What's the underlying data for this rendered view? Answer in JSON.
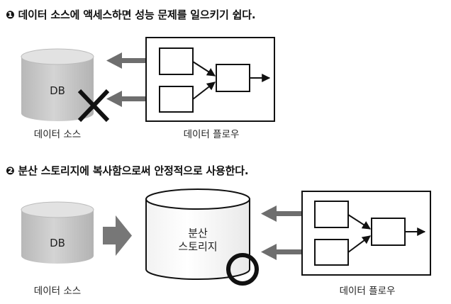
{
  "section1": {
    "marker": "❶",
    "title": "데이터 소스에 액세스하면 성능 문제를 일으키기 쉽다.",
    "db_label": "DB",
    "source_caption": "데이터 소스",
    "flow_caption": "데이터 플로우"
  },
  "section2": {
    "marker": "❷",
    "title": "분산 스토리지에 복사함으로써 안정적으로 사용한다.",
    "db_label": "DB",
    "storage_label_line1": "분산",
    "storage_label_line2": "스토리지",
    "source_caption": "데이터 소스",
    "flow_caption": "데이터 플로우"
  },
  "colors": {
    "db_fill": "#c9c9c9",
    "db_top": "#e0e0e0",
    "arrow_gray": "#6e6e6e",
    "stroke": "#111111"
  }
}
